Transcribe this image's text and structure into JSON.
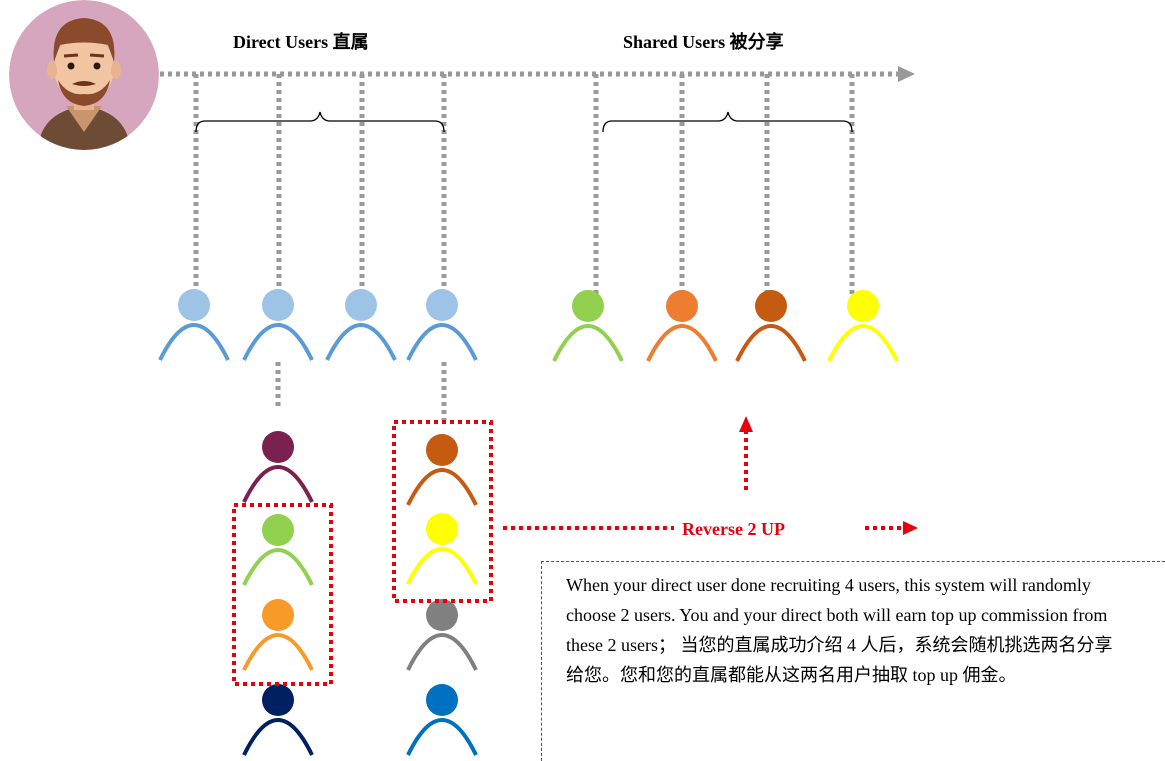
{
  "titles": {
    "direct_users": "Direct Users 直属",
    "shared_users": "Shared Users 被分享"
  },
  "labels": {
    "reverse": "Reverse 2 UP"
  },
  "note": {
    "text": "When your direct user done recruiting 4 users, this system will randomly choose 2 users. You and your direct both will earn top up commission from these 2 users； 当您的直属成功介绍 4 人后，系统会随机挑选两名分享给您。您和您的直属都能从这两名用户抽取 top up 佣金。"
  },
  "colors": {
    "direct_blue": "#9dc3e6",
    "direct_blue_arc": "#5b9bd5",
    "shared_green": "#92d050",
    "shared_orange": "#ed7d31",
    "shared_brown": "#c55a11",
    "shared_yellow": "#ffff00",
    "purple": "#7b2150",
    "orange_light": "#f79a28",
    "navy": "#002060",
    "gray": "#808080",
    "blue_mid": "#0070c0",
    "red_highlight": "#e8000d",
    "connector_gray": "#999999",
    "avatar_bg": "#d5a6bd"
  },
  "icons": {
    "root_avatar": "man-with-beard-avatar",
    "user": "user-icon"
  }
}
